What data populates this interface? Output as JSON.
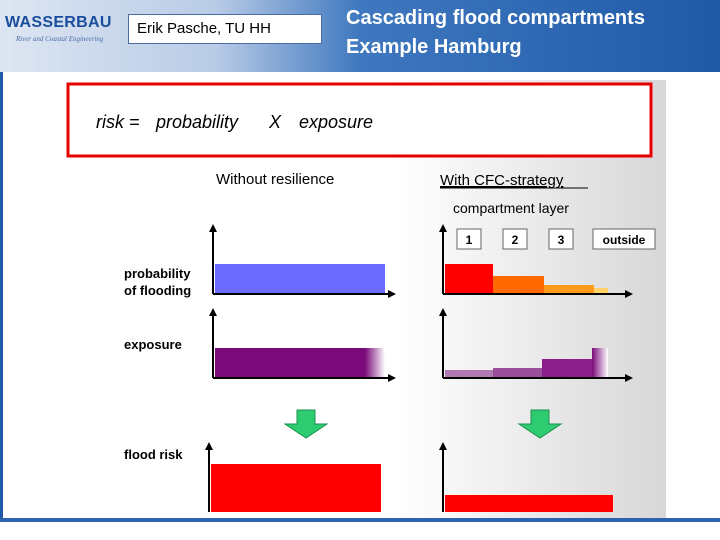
{
  "header": {
    "logo_text": "WASSERBAU",
    "logo_sub": "River and Coastal Engineering",
    "author": "Erik Pasche, TU HH",
    "title_line1": "Cascading flood compartments",
    "title_line2": "Example Hamburg"
  },
  "formula": {
    "risk": "risk =",
    "probability": "probability",
    "times": "X",
    "exposure": "exposure"
  },
  "columns": {
    "left_title": "Without resilience",
    "right_title": "With CFC-strategy",
    "compartment_layer": "compartment layer"
  },
  "compartments": [
    "1",
    "2",
    "3",
    "outside"
  ],
  "row_labels": {
    "probability_line1": "probability",
    "probability_line2": "of flooding",
    "exposure": "exposure",
    "flood_risk": "flood risk"
  },
  "colors": {
    "probability_bar": "#6b6bff",
    "exposure_bar": "#7a0a7a",
    "risk_bar": "#ff0000",
    "cfc_red": "#ff0000",
    "cfc_orange": "#ff6a00",
    "cfc_amber": "#ff9a1a",
    "cfc_light": "#ffd36a",
    "cfc_exposure_1": "#b07ab0",
    "cfc_exposure_2": "#9a4f9a",
    "cfc_exposure_3": "#8a1e8a",
    "arrow": "#2ecc71",
    "frame": "#e60000",
    "header_blue": "#1f5aa8"
  }
}
